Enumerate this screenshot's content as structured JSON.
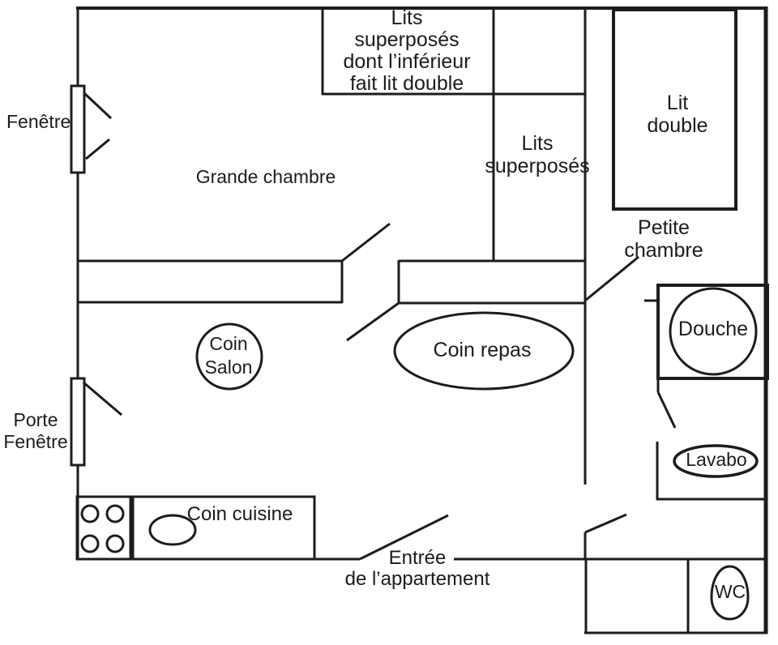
{
  "plan": {
    "labels": {
      "window": "Fenêtre",
      "bunk_beds_top": "Lits\nsuperposés\ndont l’inférieur\nfait lit double",
      "bunk_beds_right": "Lits\nsuperposés",
      "double_bed": "Lit\ndouble",
      "large_bedroom": "Grande chambre",
      "small_bedroom": "Petite chambre",
      "living_corner": "Coin\nSalon",
      "dining_corner": "Coin repas",
      "french_door": "Porte\nFenêtre",
      "shower": "Douche",
      "sink": "Lavabo",
      "kitchen_corner": "Coin cuisine",
      "entrance": "Entrée\nde l’appartement",
      "wc": "WC"
    },
    "colors": {
      "line": "#1c1c1c",
      "background": "#ffffff"
    }
  }
}
